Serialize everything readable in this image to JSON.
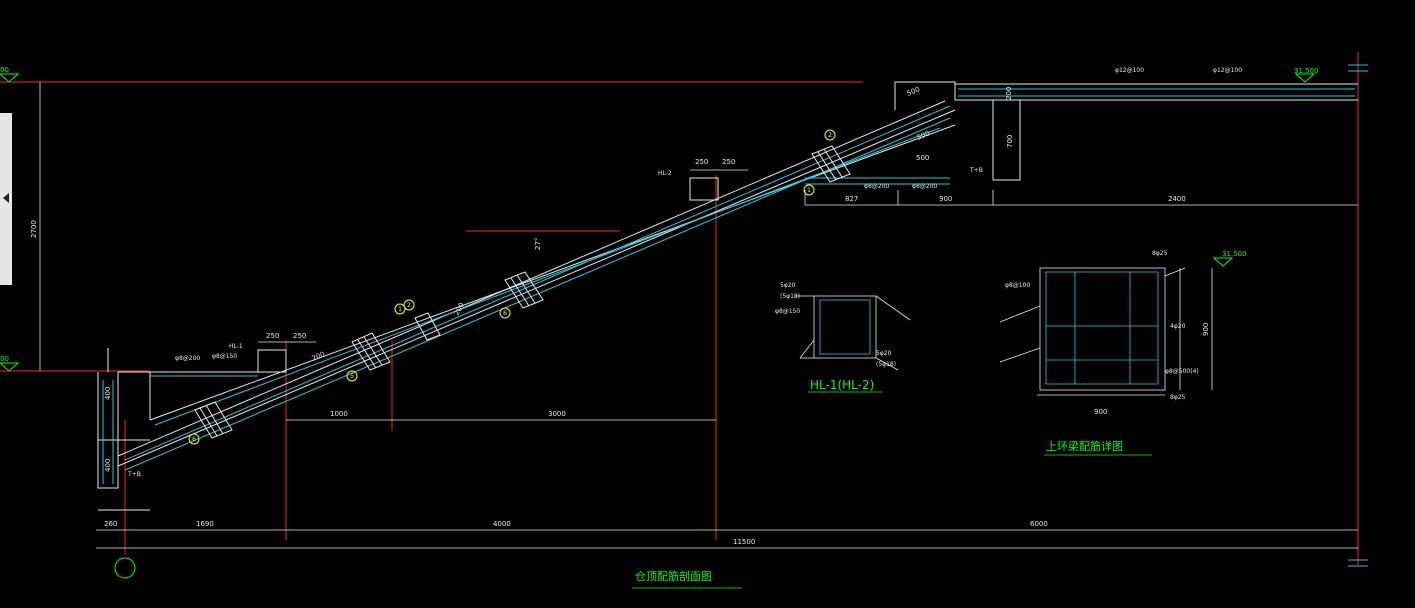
{
  "colors": {
    "background": "#000000",
    "grid_axis": "#ff2020",
    "rebar": "#1ec8e0",
    "concrete": "#e8e8e8",
    "dimension": "#e8e8e8",
    "label": "#00ff00",
    "marker": "#ffff00"
  },
  "levels": {
    "top_right": "31.500",
    "left_top": "00",
    "left_mid": "00",
    "ring_beam": "31.500"
  },
  "dims": {
    "bottom_260": "260",
    "bottom_1690": "1690",
    "bottom_4000": "4000",
    "bottom_6000": "6000",
    "bottom_total": "11500",
    "mid_1000": "1000",
    "mid_3000": "3000",
    "left_2700": "2700",
    "left_400a": "400",
    "left_400b": "400",
    "hl1_250a": "250",
    "hl1_250b": "250",
    "hl2_250a": "250",
    "hl2_250b": "250",
    "slab_200": "200",
    "slab_200b": "200",
    "upper_500a": "500",
    "upper_500b": "500",
    "upper_500c": "500",
    "upper_200": "200",
    "upper_700": "700",
    "right_827": "827",
    "right_900": "900",
    "right_2400": "2400",
    "angle": "27°",
    "rb_900w": "900",
    "rb_900h": "900"
  },
  "tags": {
    "hl1": "HL-1",
    "hl2": "HL-2",
    "bar_a": "φ8@200",
    "bar_b": "φ8@150",
    "bar_c": "φ12@100",
    "bar_d": "φ12@100",
    "bar_e": "φ8@200",
    "bar_f": "φ8@200",
    "note_left": "T+B",
    "note_right": "T+B",
    "hl_top": "5φ20",
    "hl_top2": "(5φ18)",
    "hl_stir": "φ8@150",
    "hl_bot": "5φ20",
    "hl_bot2": "(5φ18)",
    "rb_top": "8φ25",
    "rb_side": "φ8@100",
    "rb_right": "4φ20",
    "rb_tie": "φ8@500(4)",
    "rb_bot": "8φ25"
  },
  "markers": [
    "6",
    "5",
    "1",
    "2",
    "6",
    "2",
    "1"
  ],
  "titles": {
    "hl_detail": "HL-1(HL-2)",
    "ring_beam": "上环梁配筋详图",
    "section": "仓顶配筋剖面图"
  }
}
